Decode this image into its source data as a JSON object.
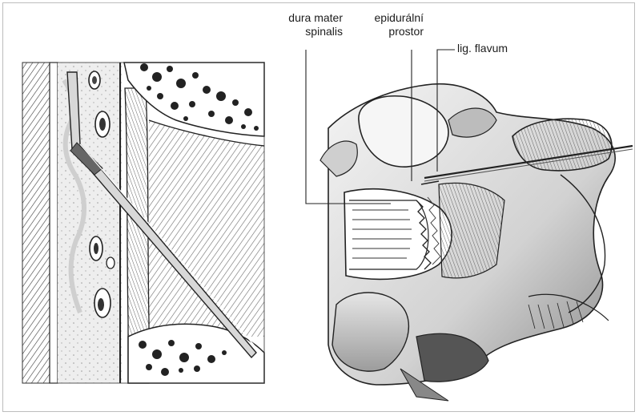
{
  "labels": {
    "dura_line1": "dura mater",
    "dura_line2": "spinalis",
    "epi_line1": "epidurální",
    "epi_line2": "prostor",
    "lig": "lig. flavum"
  }
}
